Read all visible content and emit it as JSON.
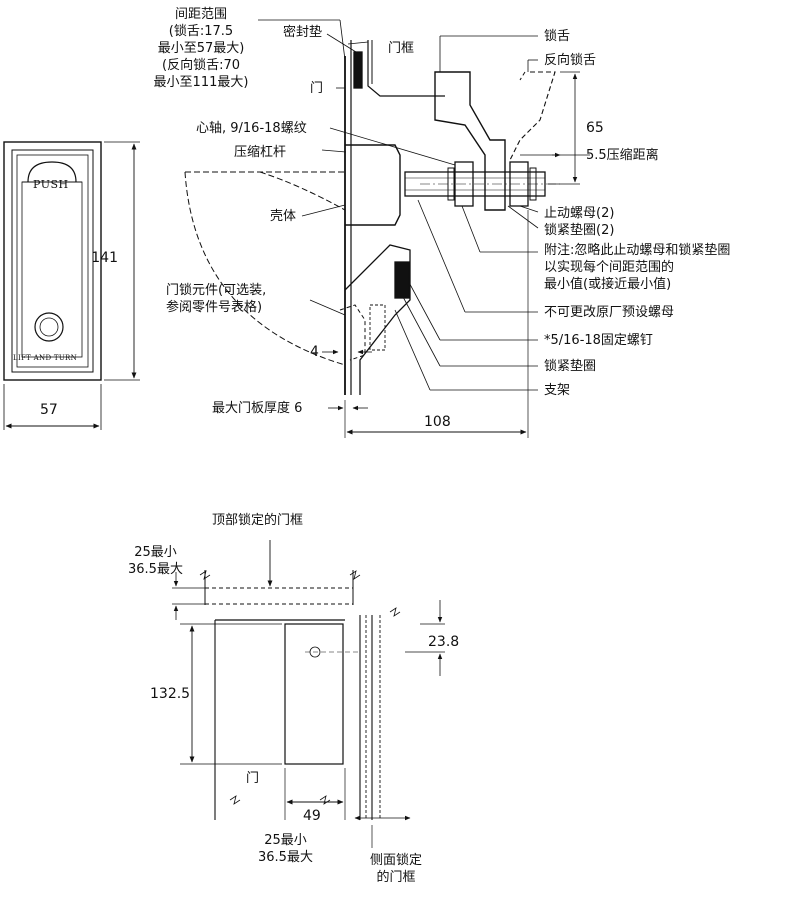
{
  "front_view": {
    "push_label": "PUSH",
    "lift_label": "LIFT AND TURN",
    "width_dim": "57",
    "height_dim": "141"
  },
  "side_view": {
    "grip_range": "间距范围\n(锁舌:17.5\n最小至57最大)\n(反向锁舌:70\n最小至111最大)",
    "seal": "密封垫",
    "door_frame": "门框",
    "door": "门",
    "spindle": "心轴, 9/16-18螺纹",
    "compression_lever": "压缩杠杆",
    "housing": "壳体",
    "door_lock_element": "门锁元件(可选装,\n参阅零件号表格)",
    "dim_4": "4",
    "max_panel_thickness": "最大门板厚度 6",
    "dim_108": "108",
    "latch": "锁舌",
    "reverse_latch": "反向锁舌",
    "dim_65": "65",
    "compression_distance": "5.5压缩距离",
    "stop_nut": "止动螺母(2)",
    "lock_washer_2": "锁紧垫圈(2)",
    "note": "附注:忽略此止动螺母和锁紧垫圈\n以实现每个间距范围的\n最小值(或接近最小值)",
    "factory_nut": "不可更改原厂预设螺母",
    "fixed_screw": "*5/16-18固定螺钉",
    "lock_washer": "锁紧垫圈",
    "bracket": "支架"
  },
  "cutout_view": {
    "top_frame": "顶部锁定的门框",
    "top_range": "25最小\n36.5最大",
    "dim_23_8": "23.8",
    "dim_132_5": "132.5",
    "door": "门",
    "dim_49": "49",
    "bottom_range": "25最小\n36.5最大",
    "side_frame": "侧面锁定\n的门框"
  }
}
